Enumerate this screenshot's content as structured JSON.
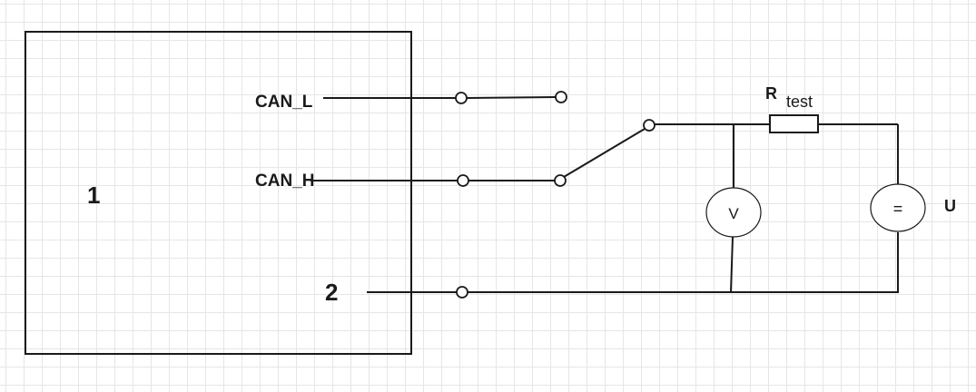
{
  "diagram": {
    "block_label": "1",
    "ground_label": "2",
    "can_l_label": "CAN_L",
    "can_h_label": "CAN_H",
    "resistor_label_main": "R",
    "resistor_label_sub": "test",
    "voltmeter_symbol": "V",
    "source_symbol": "=",
    "source_label": "U"
  }
}
